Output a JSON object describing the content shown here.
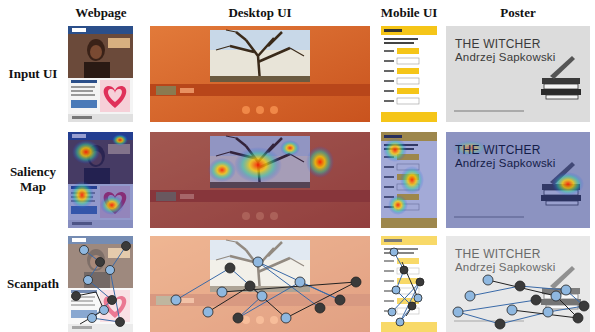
{
  "diagram": {
    "nodes": [
      {
        "text": [
          "THE WITCHER",
          "Andrzej Sapkowski"
        ]
      },
      {
        "text": [
          "THE WITCHER",
          "Andrzej Sapkowski"
        ]
      },
      {
        "text": [
          "THE WITCHER",
          "Andrzej Sapkowski"
        ]
      }
    ],
    "labels": [
      "Webpage",
      "Desktop UI",
      "Mobile UI",
      "Poster",
      "Input UI",
      "Saliency Map",
      "Scanpath"
    ]
  }
}
